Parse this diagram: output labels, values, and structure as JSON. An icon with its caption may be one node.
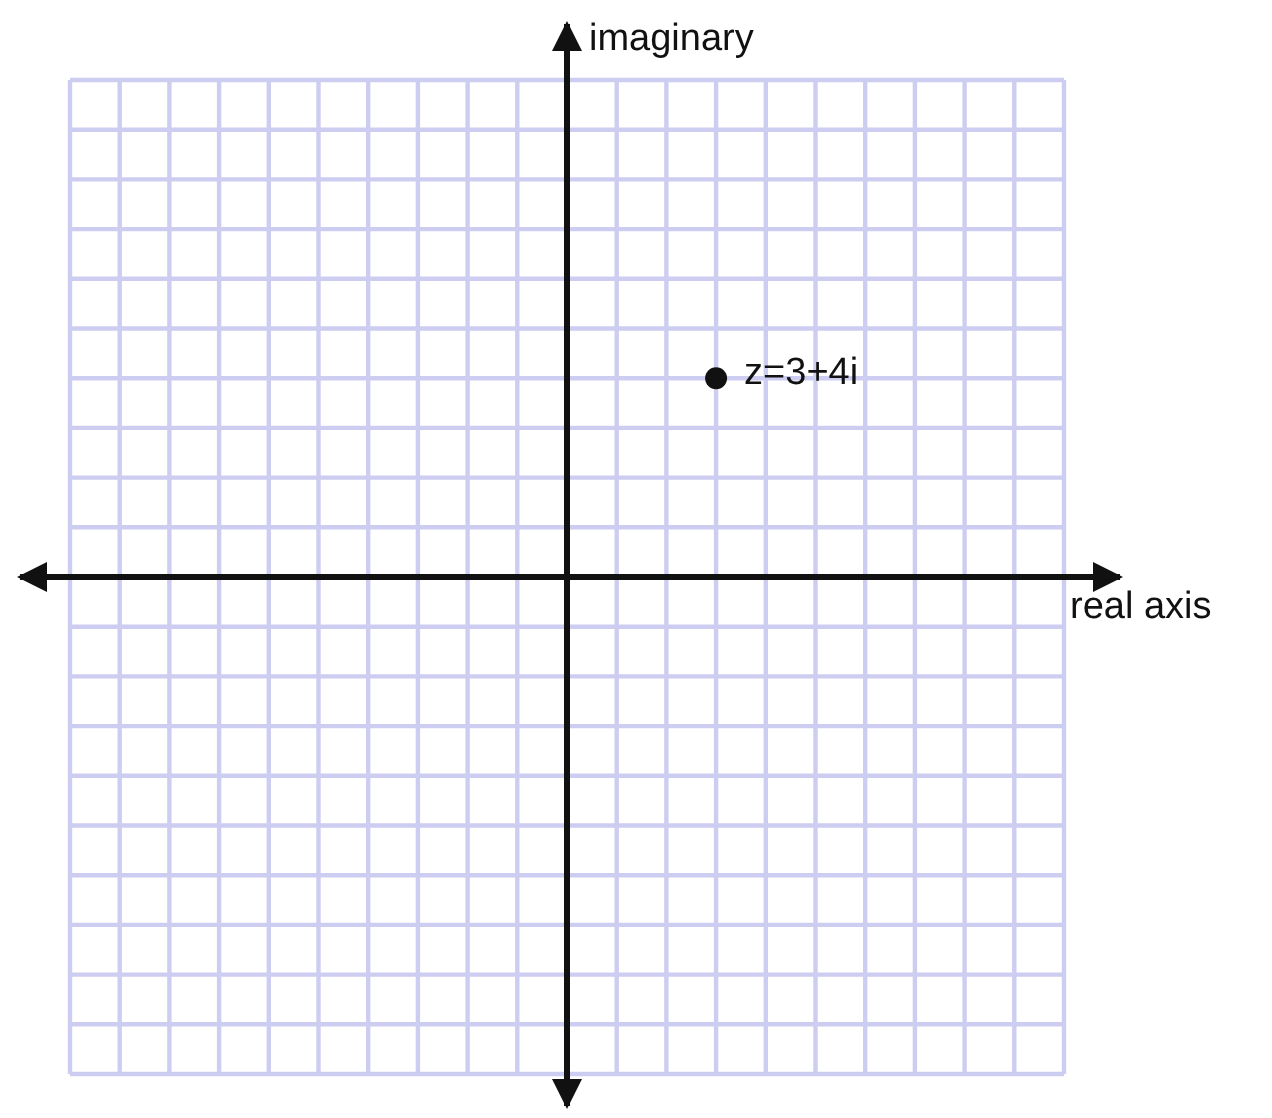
{
  "diagram": {
    "labels": [
      "imaginary",
      "real axis",
      "z=3+4i"
    ]
  }
}
